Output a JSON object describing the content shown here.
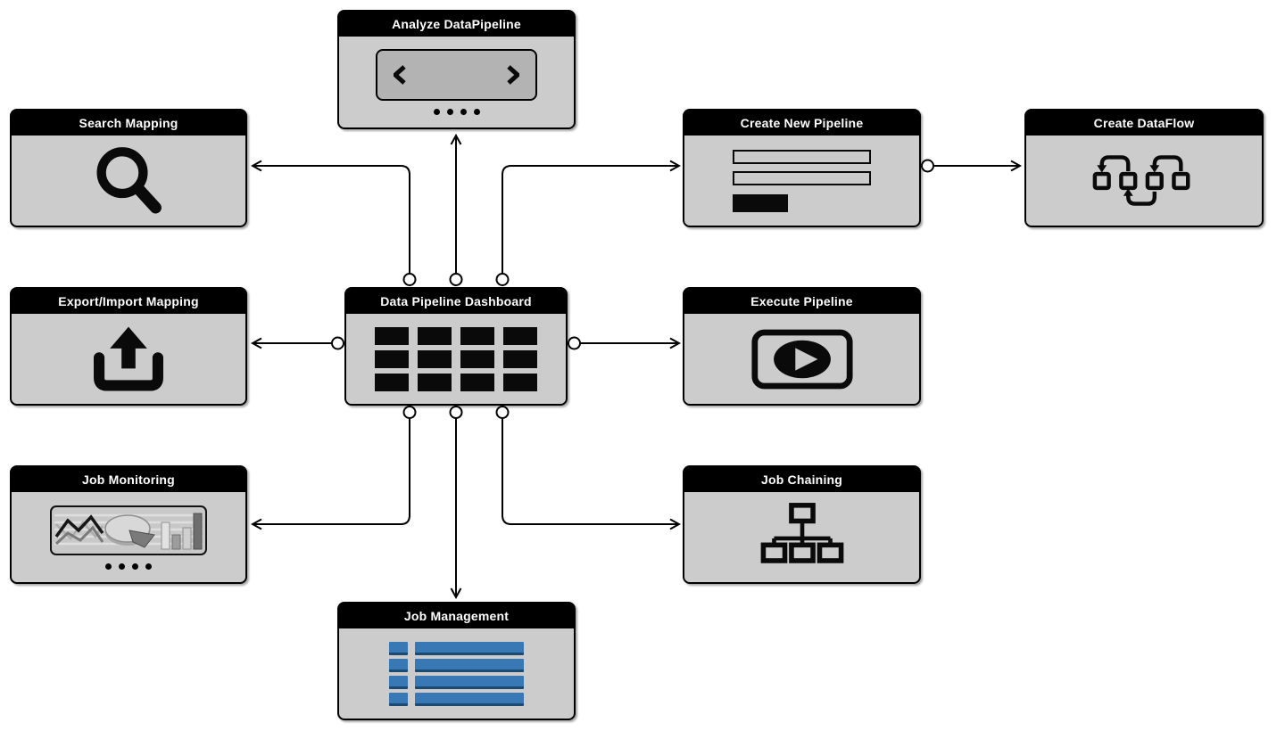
{
  "diagram_title": "Data Pipeline Dashboard mockup diagram",
  "colors": {
    "canvas": "#ffffff",
    "node_body": "#cccccc",
    "node_header": "#000000",
    "header_text": "#ffffff",
    "connector": "#000000",
    "carousel_fill": "#b3b3b3",
    "list_row_blue": "#3878b4",
    "list_row_blue_dark": "#1b4a72"
  },
  "nodes": [
    {
      "id": "analyze-datapipeline",
      "label": "Analyze DataPipeline",
      "icon": "carousel-icon"
    },
    {
      "id": "search-mapping",
      "label": "Search Mapping",
      "icon": "search-icon"
    },
    {
      "id": "create-new-pipeline",
      "label": "Create New Pipeline",
      "icon": "form-icon"
    },
    {
      "id": "create-dataflow",
      "label": "Create DataFlow",
      "icon": "workflow-icon"
    },
    {
      "id": "export-import-mapping",
      "label": "Export/Import Mapping",
      "icon": "upload-icon"
    },
    {
      "id": "data-pipeline-dashboard",
      "label": "Data Pipeline Dashboard",
      "icon": "grid-icon"
    },
    {
      "id": "execute-pipeline",
      "label": "Execute Pipeline",
      "icon": "play-icon"
    },
    {
      "id": "job-monitoring",
      "label": "Job Monitoring",
      "icon": "charts-icon"
    },
    {
      "id": "job-chaining",
      "label": "Job Chaining",
      "icon": "hierarchy-icon"
    },
    {
      "id": "job-management",
      "label": "Job Management",
      "icon": "list-icon"
    }
  ],
  "edges": [
    {
      "from": "data-pipeline-dashboard",
      "to": "search-mapping"
    },
    {
      "from": "data-pipeline-dashboard",
      "to": "analyze-datapipeline"
    },
    {
      "from": "data-pipeline-dashboard",
      "to": "create-new-pipeline"
    },
    {
      "from": "data-pipeline-dashboard",
      "to": "export-import-mapping"
    },
    {
      "from": "data-pipeline-dashboard",
      "to": "execute-pipeline"
    },
    {
      "from": "data-pipeline-dashboard",
      "to": "job-monitoring"
    },
    {
      "from": "data-pipeline-dashboard",
      "to": "job-management"
    },
    {
      "from": "data-pipeline-dashboard",
      "to": "job-chaining"
    },
    {
      "from": "create-new-pipeline",
      "to": "create-dataflow"
    }
  ]
}
